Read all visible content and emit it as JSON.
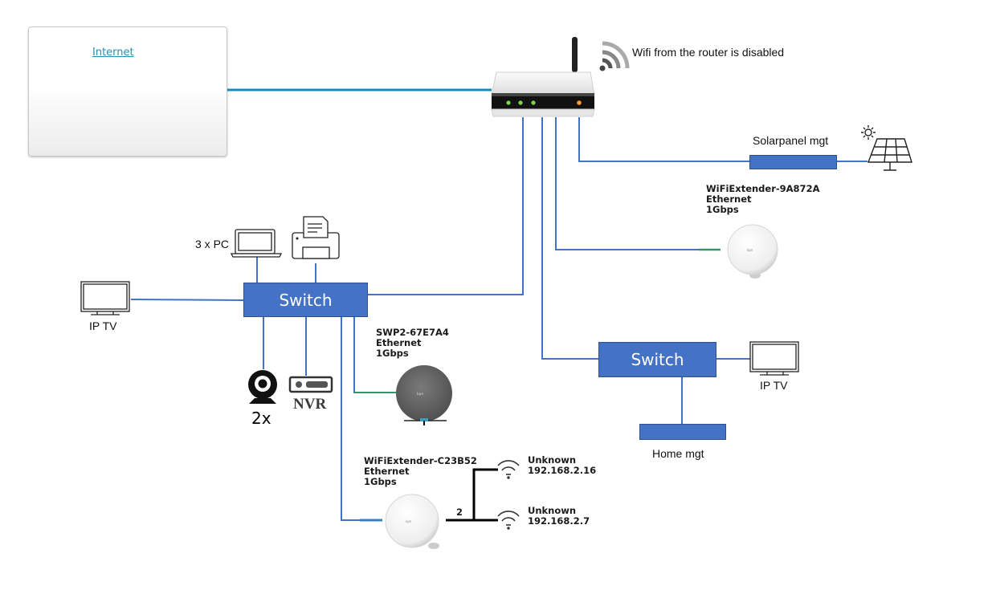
{
  "internet": {
    "label": "Internet",
    "icon": "globe-icon"
  },
  "router": {
    "icon": "router-icon",
    "wifi_status": "Wifi from the router is disabled",
    "wifi_icon": "wifi-signal-icon",
    "leds": [
      "green",
      "green",
      "green",
      "orange"
    ]
  },
  "solarpanel": {
    "label": "Solarpanel mgt",
    "icon": "solar-panel-icon"
  },
  "extender_9a872a": {
    "name": "WiFiExtender-9A872A",
    "connection": "Ethernet",
    "speed": "1Gbps"
  },
  "left_switch": {
    "label": "Switch",
    "pc": {
      "label": "3 x PC",
      "icon": "laptop-icon"
    },
    "printer": {
      "icon": "printer-icon"
    },
    "tv": {
      "label": "IP TV",
      "icon": "tv-icon"
    },
    "camera": {
      "label": "2x",
      "icon": "webcam-icon"
    },
    "nvr": {
      "label": "NVR",
      "icon": "nvr-icon"
    }
  },
  "swp2": {
    "name": "SWP2-67E7A4",
    "connection": "Ethernet",
    "speed": "1Gbps"
  },
  "extender_c23b52": {
    "name": "WiFiExtender-C23B52",
    "connection": "Ethernet",
    "speed": "1Gbps",
    "client_count": "2",
    "clients": [
      {
        "name": "Unknown",
        "ip": "192.168.2.16"
      },
      {
        "name": "Unknown",
        "ip": "192.168.2.7"
      }
    ]
  },
  "right_switch": {
    "label": "Switch",
    "tv": {
      "label": "IP TV",
      "icon": "tv-icon"
    },
    "home_mgt": {
      "label": "Home mgt"
    }
  },
  "colors": {
    "link": "#4472c4",
    "internet_link": "#1b8bbf",
    "switch_fill": "#4472c4",
    "wifi_link": "#000000",
    "extender_port": "#2e9a6a"
  }
}
